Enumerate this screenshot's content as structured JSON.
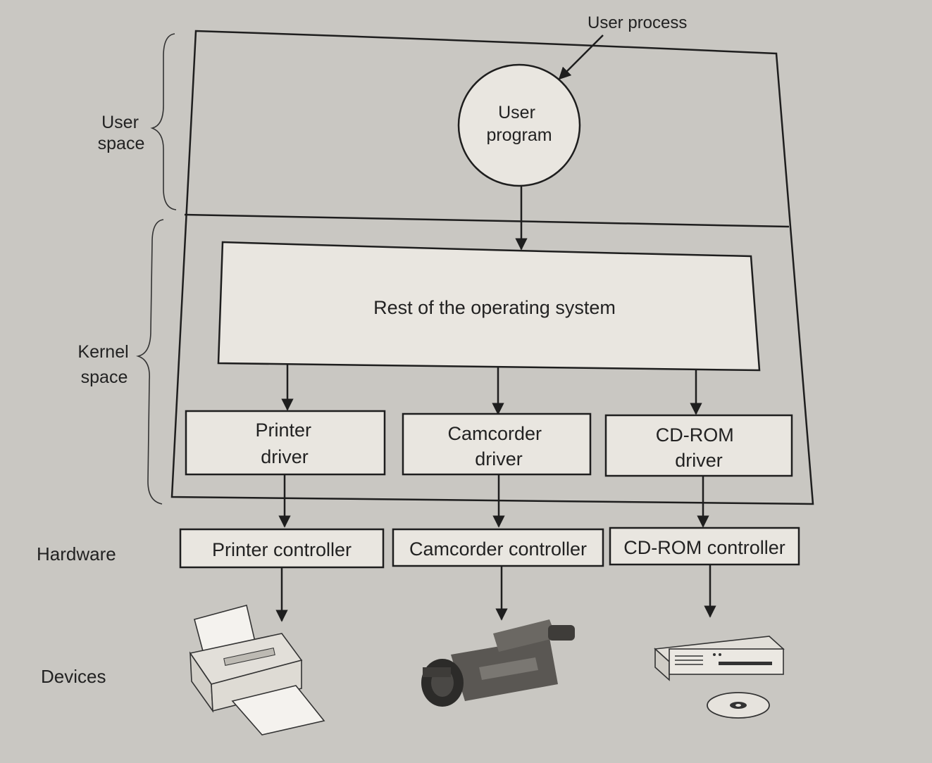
{
  "labels": {
    "user_process": "User process",
    "user_program_line1": "User",
    "user_program_line2": "program",
    "user_space_line1": "User",
    "user_space_line2": "space",
    "kernel_space_line1": "Kernel",
    "kernel_space_line2": "space",
    "hardware": "Hardware",
    "devices": "Devices",
    "rest_of_os": "Rest of the operating system"
  },
  "drivers": [
    {
      "line1": "Printer",
      "line2": "driver"
    },
    {
      "line1": "Camcorder",
      "line2": "driver"
    },
    {
      "line1": "CD-ROM",
      "line2": "driver"
    }
  ],
  "controllers": [
    {
      "label": "Printer controller"
    },
    {
      "label": "Camcorder controller"
    },
    {
      "label": "CD-ROM controller"
    }
  ],
  "devices": [
    {
      "icon": "printer-icon"
    },
    {
      "icon": "camcorder-icon"
    },
    {
      "icon": "cdrom-drive-icon"
    }
  ],
  "colors": {
    "page": "#c9c7c2",
    "box_fill": "#e9e6e0",
    "ink": "#1e1e1e"
  }
}
